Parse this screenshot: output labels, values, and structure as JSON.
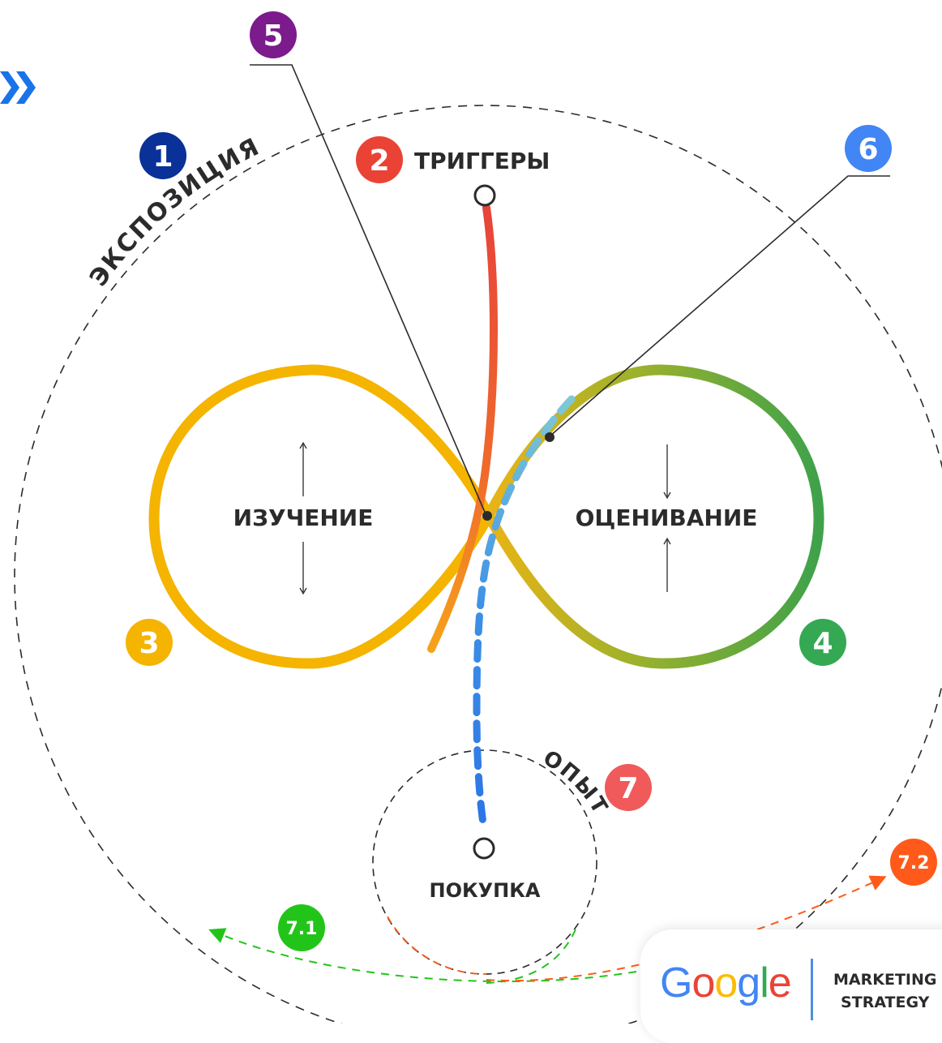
{
  "stages": {
    "exposure": "ЭКСПОЗИЦИЯ",
    "triggers": "ТРИГГЕРЫ",
    "exploration": "ИЗУЧЕНИЕ",
    "evaluation": "ОЦЕНИВАНИЕ",
    "experience": "ОПЫТ",
    "purchase": "ПОКУПКА"
  },
  "badges": {
    "b1": "1",
    "b2": "2",
    "b3": "3",
    "b4": "4",
    "b5": "5",
    "b6": "6",
    "b7": "7",
    "b71": "7.1",
    "b72": "7.2"
  },
  "colors": {
    "b1": "#0a3197",
    "b2": "#ea4335",
    "b3": "#f4b400",
    "b4": "#34a853",
    "b5": "#7b1b8c",
    "b6": "#4285f4",
    "b7": "#f05a5a",
    "b71": "#23c41a",
    "b72": "#ff5a1a",
    "arrow": "#1a73e8"
  },
  "brand": {
    "logo_letters": [
      "G",
      "o",
      "o",
      "g",
      "l",
      "e"
    ],
    "logo_colors": [
      "#4285f4",
      "#ea4335",
      "#fbbc05",
      "#4285f4",
      "#34a853",
      "#ea4335"
    ],
    "line1": "MARKETING",
    "line2": "STRATEGY"
  },
  "icons": {
    "top_left_arrow": "double-chevron-right-icon"
  }
}
